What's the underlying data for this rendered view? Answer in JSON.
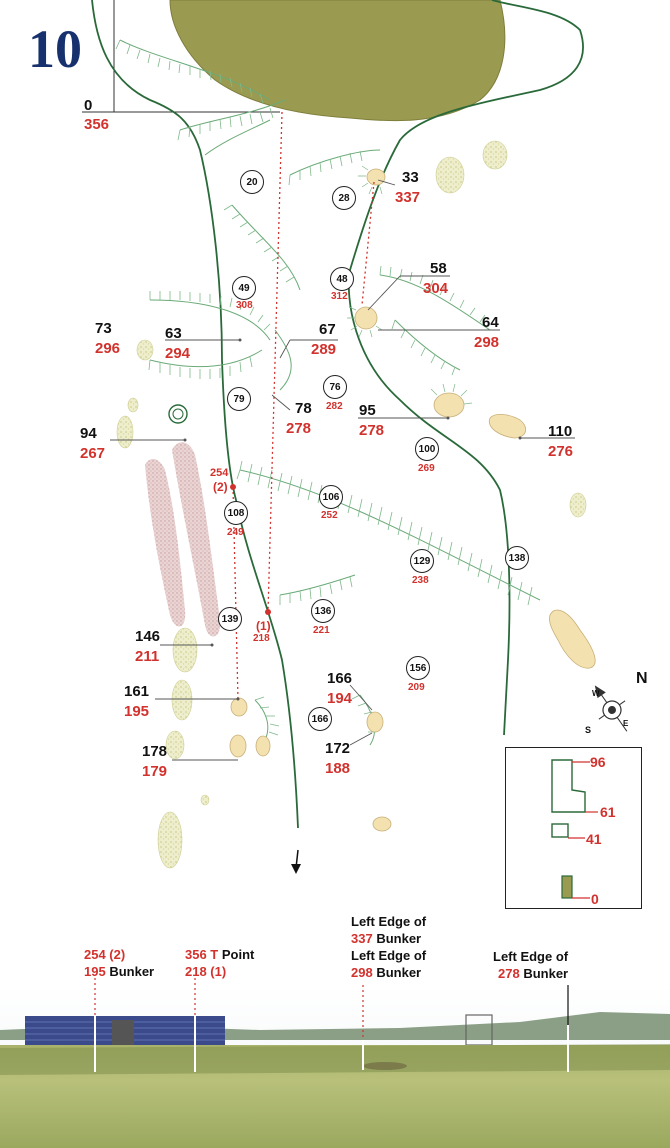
{
  "hole": {
    "number": "10"
  },
  "tee_marker": {
    "label": "0",
    "yards": "356"
  },
  "targets": [
    {
      "id": "33",
      "yards": "337"
    },
    {
      "id": "58",
      "yards": "304"
    },
    {
      "id": "64",
      "yards": "298"
    },
    {
      "id": "73",
      "yards": "296"
    },
    {
      "id": "63",
      "yards": "294"
    },
    {
      "id": "67",
      "yards": "289"
    },
    {
      "id": "78",
      "yards": "278"
    },
    {
      "id": "95",
      "yards": "278"
    },
    {
      "id": "94",
      "yards": "267"
    },
    {
      "id": "110",
      "yards": "276"
    },
    {
      "id": "146",
      "yards": "211"
    },
    {
      "id": "161",
      "yards": "195"
    },
    {
      "id": "166",
      "yards": "194"
    },
    {
      "id": "172",
      "yards": "188"
    },
    {
      "id": "178",
      "yards": "179"
    }
  ],
  "circles": [
    "20",
    "28",
    "48",
    "49",
    "79",
    "76",
    "100",
    "106",
    "108",
    "129",
    "136",
    "138",
    "139",
    "156",
    "166"
  ],
  "small_red": [
    "308",
    "312",
    "282",
    "269",
    "252",
    "249",
    "238",
    "221",
    "218",
    "209"
  ],
  "markers": {
    "m2_yards": "254",
    "m2_tag": "(2)",
    "m1_tag": "(1)",
    "m1_yards": "218"
  },
  "green_depths": [
    "96",
    "61",
    "41",
    "0"
  ],
  "compass": {
    "north": "N",
    "south": "S",
    "east": "E",
    "west": "W"
  },
  "panorama": {
    "c1_line1_red": "254 (2)",
    "c1_line2_red": "195",
    "c1_line2_black": " Bunker",
    "c2_line1_red": "356 T",
    "c2_line1_black": " Point",
    "c2_line2_red": "218 (1)",
    "c3_line1": "Left Edge of",
    "c3_line2_red": "337",
    "c3_line2_black": " Bunker",
    "c3_line3": "Left Edge of",
    "c3_line4_red": "298",
    "c3_line4_black": " Bunker",
    "c4_line1": "Left Edge of",
    "c4_line2_red": "278",
    "c4_line2_black": " Bunker"
  },
  "colors": {
    "fairway_line": "#2a6a3a",
    "hatch": "#6aaa78",
    "red": "#d2322d",
    "navy": "#17306e",
    "green_fill": "#9a9a50",
    "bunker": "#f3e1b0",
    "gorse": "#e4e2b0",
    "heather": "#d7b3b3"
  }
}
